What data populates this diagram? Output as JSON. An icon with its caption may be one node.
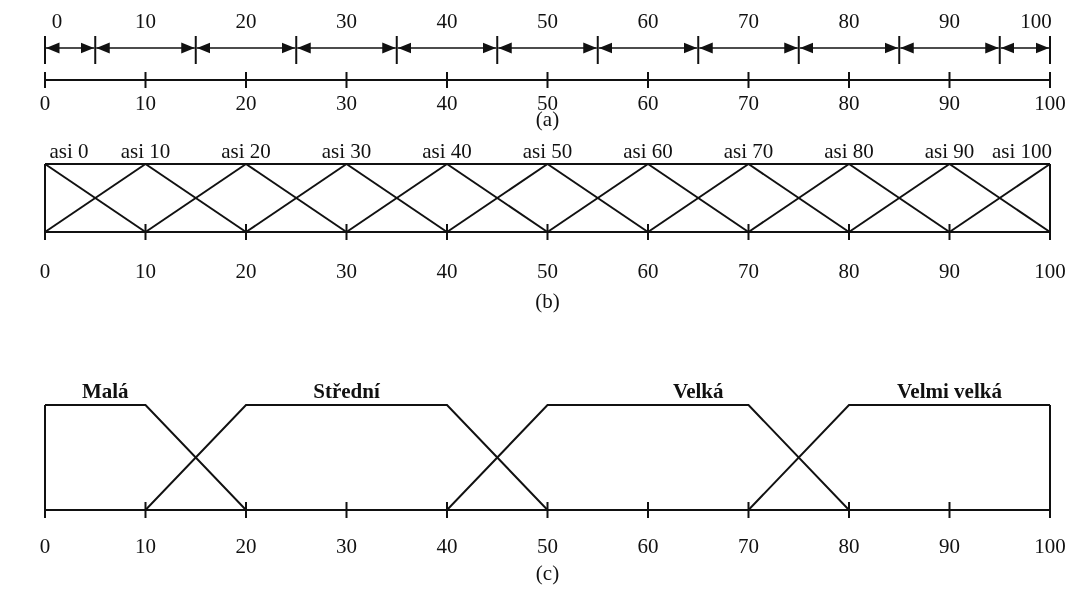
{
  "diagram": {
    "labels": [
      "0",
      "10",
      "20",
      "30",
      "40",
      "50",
      "60",
      "70",
      "80",
      "90",
      "100",
      "0",
      "10",
      "20",
      "30",
      "40",
      "50",
      "60",
      "70",
      "80",
      "90",
      "100",
      "(a)",
      "asi 0",
      "asi 10",
      "asi 20",
      "asi 30",
      "asi 40",
      "asi 50",
      "asi 60",
      "asi 70",
      "asi 80",
      "asi 90",
      "asi 100",
      "0",
      "10",
      "20",
      "30",
      "40",
      "50",
      "60",
      "70",
      "80",
      "90",
      "100",
      "(b)",
      "Malá",
      "Střední",
      "Velká",
      "Velmi velká",
      "0",
      "10",
      "20",
      "30",
      "40",
      "50",
      "60",
      "70",
      "80",
      "90",
      "100",
      "(c)"
    ]
  }
}
